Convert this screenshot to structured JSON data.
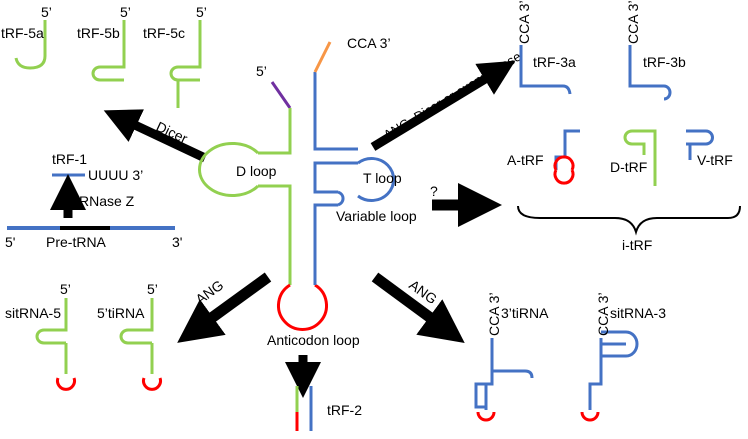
{
  "colors": {
    "green": "#92d050",
    "blue": "#4472c4",
    "red": "#ff0000",
    "orange": "#f79646",
    "purple": "#7030a0",
    "black": "#000000"
  },
  "labels": {
    "trf5a": "tRF-5a",
    "trf5b": "tRF-5b",
    "trf5c": "tRF-5c",
    "five_prime": "5’",
    "cca3": "CCA 3’",
    "trf3a": "tRF-3a",
    "trf3b": "tRF-3b",
    "dicer": "Dicer",
    "ang_dicer_exo": "ANG, Dicer or exonuclease",
    "trf1": "tRF-1",
    "uuuu3": "UUUU 3’",
    "rnasez": "RNase Z",
    "pretrna": "Pre-tRNA",
    "five_prime_plain": "5'",
    "three_prime_plain": "3'",
    "dloop": "D loop",
    "tloop": "T loop",
    "variable_loop": "Variable loop",
    "anticodon_loop": "Anticodon loop",
    "question": "?",
    "atrf": "A-tRF",
    "dtrf": "D-tRF",
    "vtrf": "V-tRF",
    "itrf": "i-tRF",
    "ang": "ANG",
    "sitrna5": "sitRNA-5",
    "tirna5": "5’tiRNA",
    "tirna3": "3’tiRNA",
    "sitrna3": "sitRNA-3",
    "trf2": "tRF-2"
  }
}
